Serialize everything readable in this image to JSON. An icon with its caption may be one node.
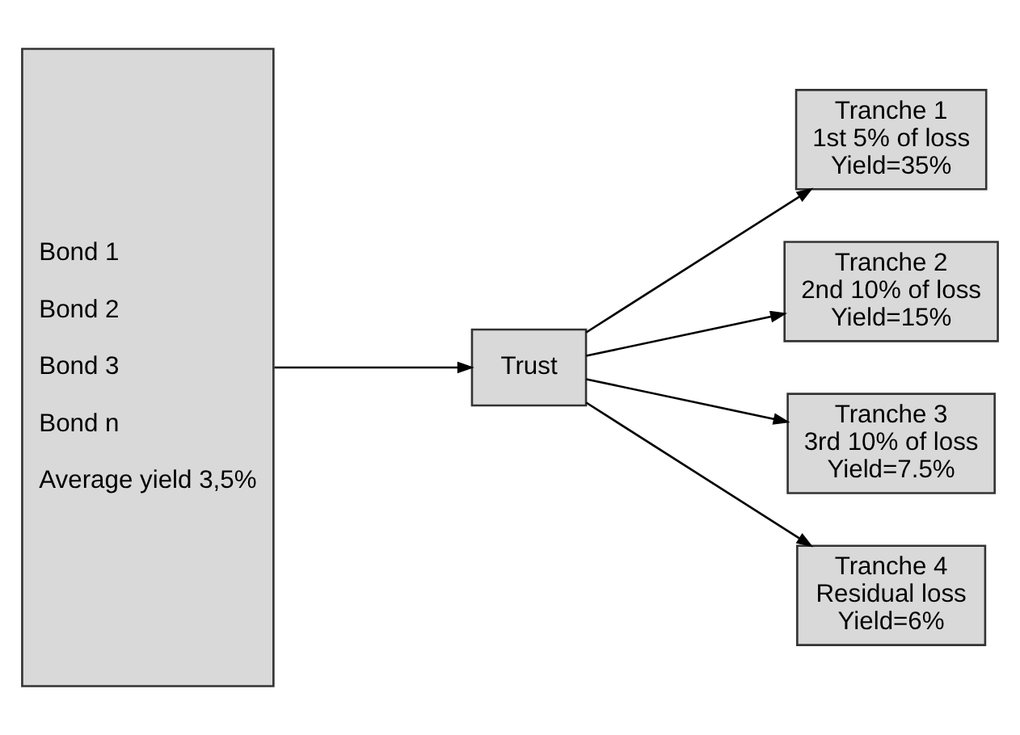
{
  "diagram": {
    "nodes": [
      {
        "text": [
          "Bond 1",
          "Bond 2",
          "Bond 3",
          "Bond n",
          "Average yield 3,5%"
        ]
      },
      {
        "text": [
          "Trust"
        ]
      },
      {
        "text": [
          "Tranche 1",
          "1st 5% of loss",
          "Yield=35%"
        ]
      },
      {
        "text": [
          "Tranche 2",
          "2nd 10% of loss",
          "Yield=15%"
        ]
      },
      {
        "text": [
          "Tranche 3",
          "3rd 10% of loss",
          "Yield=7.5%"
        ]
      },
      {
        "text": [
          "Tranche 4",
          "Residual loss",
          "Yield=6%"
        ]
      }
    ],
    "edges": [
      {
        "from": 0,
        "to": 1,
        "arrow": "to"
      },
      {
        "from": 1,
        "to": 2,
        "arrow": "to"
      },
      {
        "from": 1,
        "to": 3,
        "arrow": "to"
      },
      {
        "from": 1,
        "to": 4,
        "arrow": "to"
      },
      {
        "from": 1,
        "to": 5,
        "arrow": "to"
      }
    ]
  }
}
